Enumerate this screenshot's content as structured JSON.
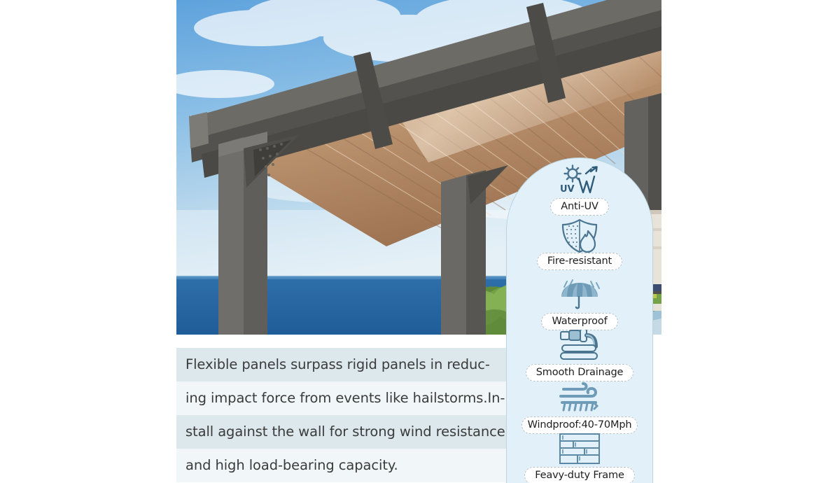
{
  "photo": {
    "alt_description": "Outdoor aluminum patio cover pergola with corrugated polycarbonate roof panels overlooking an ocean view with green shrubs and a pool",
    "sky_color": "#8fc2e8",
    "frame_color": "#5b5a57",
    "roof_color": "#c5a384",
    "ocean_color": "#2d6ea8"
  },
  "description": {
    "lines": [
      "Flexible panels surpass rigid panels in reduc-",
      "ing impact force from events like hailstorms.In-",
      "stall against the wall for strong wind resistance",
      "and high load-bearing capacity."
    ],
    "full_text": "Flexible panels surpass rigid panels in reducing impact force from events like hailstorms.Install against the wall for strong wind resistance and high load-bearing capacity.",
    "row_color_odd": "#dce8ec",
    "row_color_even": "#f1f7f9",
    "text_color": "#3b3b3b"
  },
  "feature_panel": {
    "background": "#e2f1f9",
    "border_color": "#bdd4de",
    "icon_color": "#4a7490",
    "pill_background": "#ffffff",
    "pill_border_color": "#b9c4c9",
    "items": [
      {
        "icon": "sun-uv-arrow-icon",
        "label": "Anti-UV"
      },
      {
        "icon": "shield-flame-icon",
        "label": "Fire-resistant"
      },
      {
        "icon": "umbrella-rain-icon",
        "label": "Waterproof"
      },
      {
        "icon": "coiled-hose-icon",
        "label": "Smooth Drainage"
      },
      {
        "icon": "wind-gust-icon",
        "label": "Windproof:40-70Mph"
      },
      {
        "icon": "layered-frame-icon",
        "label": "Feavy-duty Frame"
      }
    ]
  }
}
